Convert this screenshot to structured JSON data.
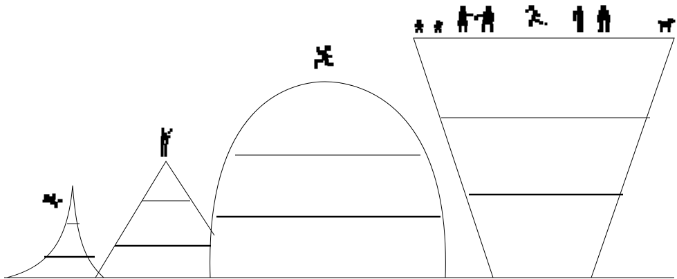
{
  "diagram": {
    "background_color": "#ffffff",
    "line_color": "#000000",
    "figure_color": "#000000",
    "shapes": [
      {
        "name": "concave-spike",
        "thin_divider_level": "upper",
        "thick_divider_level": "lower",
        "figures": [
          "tumbling-figure"
        ]
      },
      {
        "name": "triangle",
        "thin_divider_level": "upper",
        "thick_divider_level": "lower",
        "figures": [
          "standing-figure"
        ]
      },
      {
        "name": "dome",
        "thin_divider_level": "upper",
        "thick_divider_level": "lower",
        "figures": [
          "running-figure"
        ]
      },
      {
        "name": "inverted-trapezoid",
        "thin_divider_level": "upper",
        "thick_divider_level": "lower",
        "figures": [
          "small-child-figure",
          "small-child-figure",
          "pair-holding-hands-figures",
          "dancing-figure",
          "two-adults-figures",
          "dog-figure"
        ]
      }
    ]
  }
}
